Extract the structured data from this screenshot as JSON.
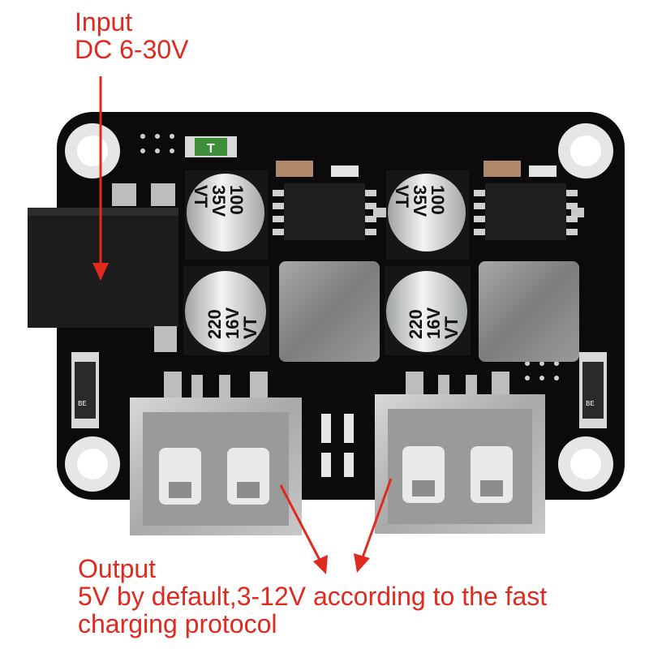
{
  "annotations": {
    "input": {
      "line1": "Input",
      "line2": "DC 6-30V"
    },
    "output": {
      "line1": "Output",
      "line2": "5V by default,3-12V according to the fast",
      "line3": "charging protocol"
    }
  },
  "components": {
    "small_cap_marking": "T",
    "capacitor_top": {
      "value": "100",
      "voltage": "35V",
      "series": "VT"
    },
    "capacitor_bottom": {
      "value": "220",
      "voltage": "16V",
      "series": "VT"
    },
    "diode_marking": "BE"
  },
  "colors": {
    "pcb": "#0b0b0b",
    "annotation": "#e0291f",
    "capacitor_body": "#c9cbcc",
    "inductor": "#8d8d8d",
    "usb_metal": "#b9b9b9"
  }
}
